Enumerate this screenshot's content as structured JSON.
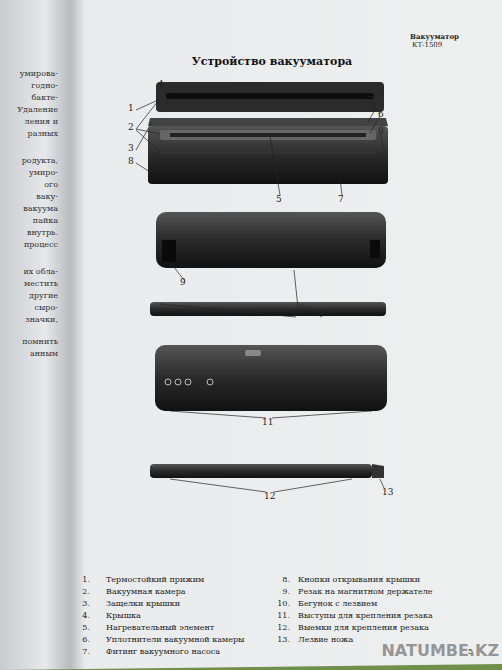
{
  "diagram": {
    "title": "Устройство вакууматора",
    "labels": [
      "Вакууматор",
      "КТ-1509",
      "умирова-",
      "годно-",
      "бакте-",
      "Удаление",
      "ления и",
      "разных",
      "родукта,",
      "умиро-",
      "ого",
      "ваку-",
      "вакуума",
      "пайка",
      "внутрь.",
      "процесс",
      "их обла-",
      "местить",
      "другие",
      "сыро-",
      "значки,",
      "помнить",
      "анным",
      "4",
      "1",
      "2",
      "3",
      "8",
      "3",
      "3",
      "6",
      "8",
      "5",
      "7",
      "9",
      "10",
      "9",
      "11",
      "12",
      "13",
      "1.",
      "Термостойкий прижим",
      "2.",
      "Вакуумная камера",
      "3.",
      "Защелки крышки",
      "4.",
      "Крышка",
      "5.",
      "Нагревательный элемент",
      "6.",
      "Уплотнители вакуумной камеры",
      "7.",
      "Фитинг вакуумного насоса",
      "8.",
      "Кнопки открывания крышки",
      "9.",
      "Резак на магнитном держателе",
      "10.",
      "Бегунок с лезвием",
      "11.",
      "Выступы для крепления резака",
      "12.",
      "Выемки для крепления резака",
      "13.",
      "Лезвие ножа",
      "5",
      "NATUMBE.KZ"
    ]
  }
}
